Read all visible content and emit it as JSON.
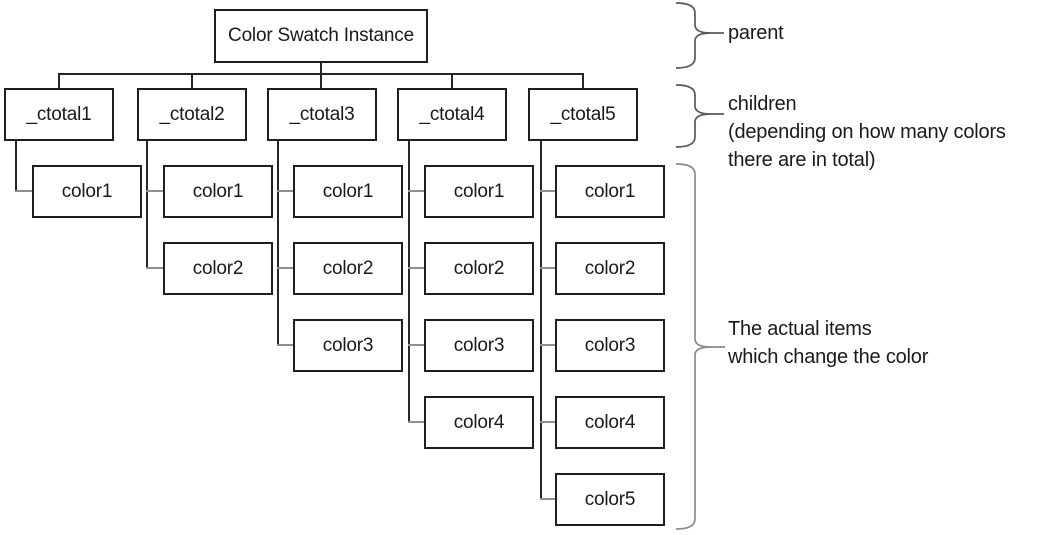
{
  "diagram": {
    "parent": {
      "label": "Color Swatch Instance"
    },
    "children": [
      {
        "label": "_ctotal1",
        "items": [
          "color1"
        ]
      },
      {
        "label": "_ctotal2",
        "items": [
          "color1",
          "color2"
        ]
      },
      {
        "label": "_ctotal3",
        "items": [
          "color1",
          "color2",
          "color3"
        ]
      },
      {
        "label": "_ctotal4",
        "items": [
          "color1",
          "color2",
          "color3",
          "color4"
        ]
      },
      {
        "label": "_ctotal5",
        "items": [
          "color1",
          "color2",
          "color3",
          "color4",
          "color5"
        ]
      }
    ]
  },
  "annotations": {
    "parent_note": "parent",
    "children_note_line1": "children",
    "children_note_line2": "(depending on how many colors",
    "children_note_line3": "there are in total)",
    "items_note_line1": "The actual items",
    "items_note_line2": "which change the color"
  },
  "colors": {
    "box_border": "#1f1f1f",
    "connector": "#262626",
    "stub_connector": "#8f8f8f",
    "brace": "#595959",
    "brace_large": "#8a8a8a",
    "text": "#1a1a1a",
    "background": "#ffffff"
  }
}
